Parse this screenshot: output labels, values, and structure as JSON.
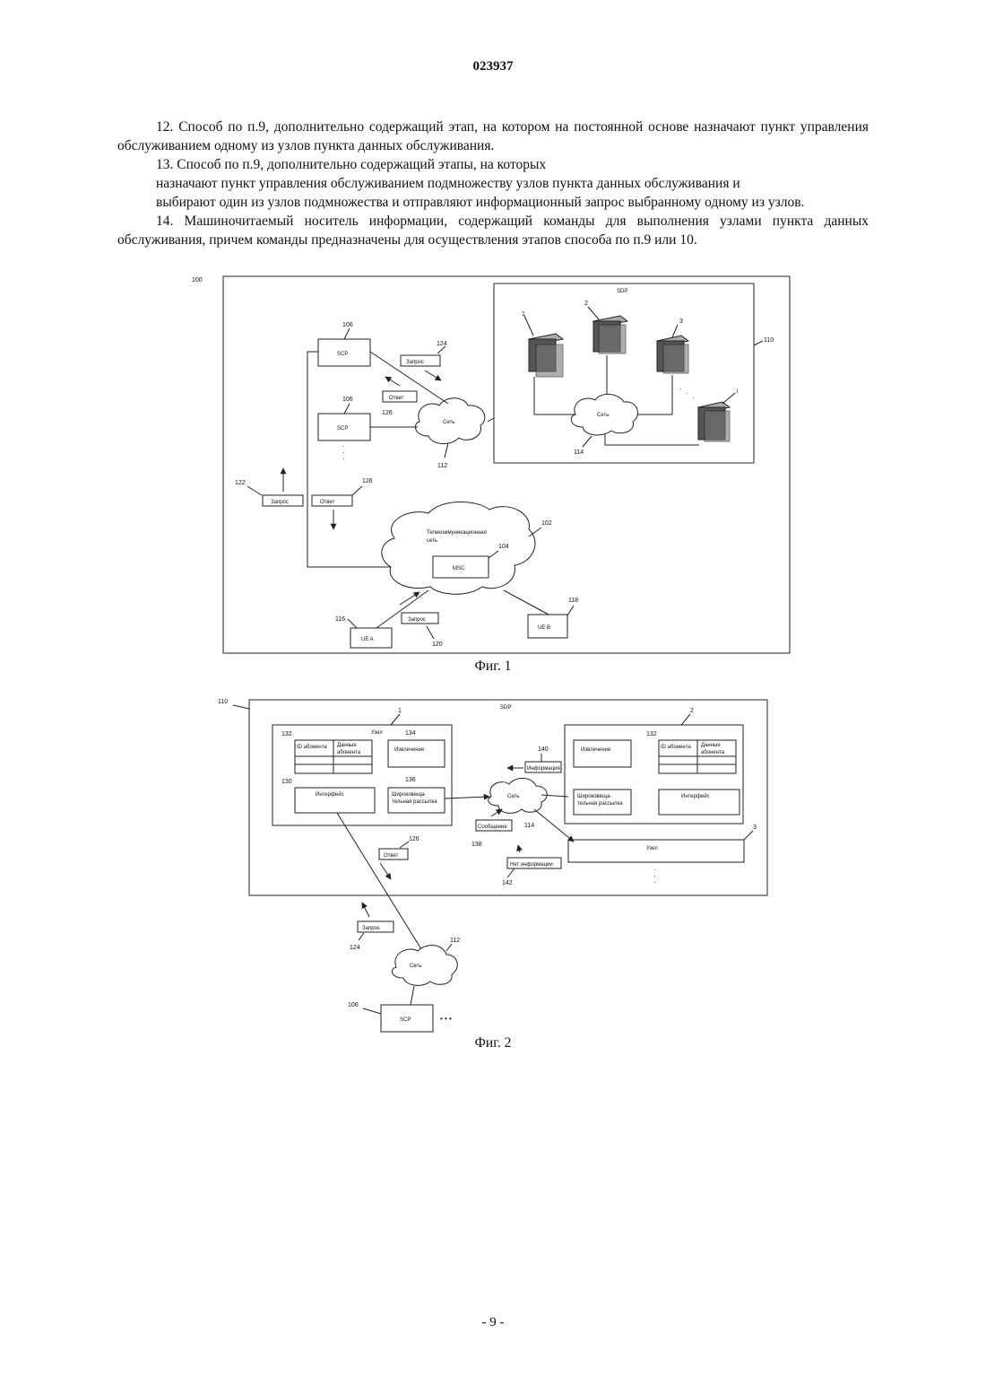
{
  "header": {
    "doc_number": "023937"
  },
  "claims": [
    {
      "text": "12. Способ по п.9, дополнительно содержащий этап, на котором на постоянной основе назначают пункт управления обслуживанием одному из узлов пункта данных обслуживания."
    },
    {
      "text": "13. Способ по п.9, дополнительно содержащий этапы, на которых"
    },
    {
      "text": "назначают пункт управления обслуживанием подмножеству узлов пункта данных обслуживания и"
    },
    {
      "text": "выбирают один из узлов подмножества и отправляют информационный запрос выбранному одному из узлов."
    },
    {
      "text": "14. Машиночитаемый носитель информации, содержащий команды для выполнения узлами пункта данных обслуживания, причем команды предназначены для осуществления этапов способа по п.9 или 10."
    }
  ],
  "fig1": {
    "caption": "Фиг. 1",
    "ref_100": "100",
    "ref_110": "110",
    "ref_106a": "106",
    "ref_106b": "106",
    "ref_124": "124",
    "ref_126a": "126",
    "ref_126b": "126",
    "ref_112": "112",
    "ref_122": "122",
    "ref_102": "102",
    "ref_104": "104",
    "ref_114": "114",
    "ref_116": "116",
    "ref_118": "118",
    "ref_120": "120",
    "server_1": "1",
    "server_2": "2",
    "server_3": "3",
    "server_i": "i",
    "sdp": "SDP",
    "scp": "SCP",
    "scp2": "SCP",
    "net": "Сеть",
    "net2": "Сеть",
    "telecom_1": "Телекоммуникационная",
    "telecom_2": "сеть",
    "msc": "MSC",
    "ue_a": "UE A",
    "ue_b": "UE B",
    "request": "Запрос",
    "response": "Ответ",
    "request2": "Запрос",
    "response2": "Ответ",
    "request3": "Запрос"
  },
  "fig2": {
    "caption": "Фиг. 2",
    "ref_110": "110",
    "ref_1": "1",
    "ref_2": "2",
    "ref_3": "3",
    "ref_132a": "132",
    "ref_132b": "132",
    "ref_134": "134",
    "ref_130": "130",
    "ref_136": "136",
    "ref_140": "140",
    "ref_114": "114",
    "ref_138": "138",
    "ref_142": "142",
    "ref_126": "126",
    "ref_124": "124",
    "ref_112": "112",
    "ref_106": "106",
    "sdp": "SDP",
    "node": "Узел",
    "node3": "Узел",
    "sub_id": "ID абонента",
    "sub_data_1": "Данные",
    "sub_data_2": "абонента",
    "sub_id_b": "ID абонента",
    "sub_data_b1": "Данные",
    "sub_data_b2": "абонента",
    "extract": "Извлечение",
    "extract_b": "Извлечение",
    "iface": "Интерфейс",
    "iface_b": "Интерфейс",
    "bcast_1": "Широковеща-",
    "bcast_2": "тельная рассылка",
    "bcast_b1": "Широковеща-",
    "bcast_b2": "тельная рассылка",
    "info": "Информация",
    "net": "Сеть",
    "net2": "Сеть",
    "message": "Сообщение",
    "no_info": "Нет информации",
    "response": "Ответ",
    "request": "Запрос",
    "scp": "SCP",
    "more": "• • •"
  },
  "footer": {
    "page": "- 9 -"
  }
}
